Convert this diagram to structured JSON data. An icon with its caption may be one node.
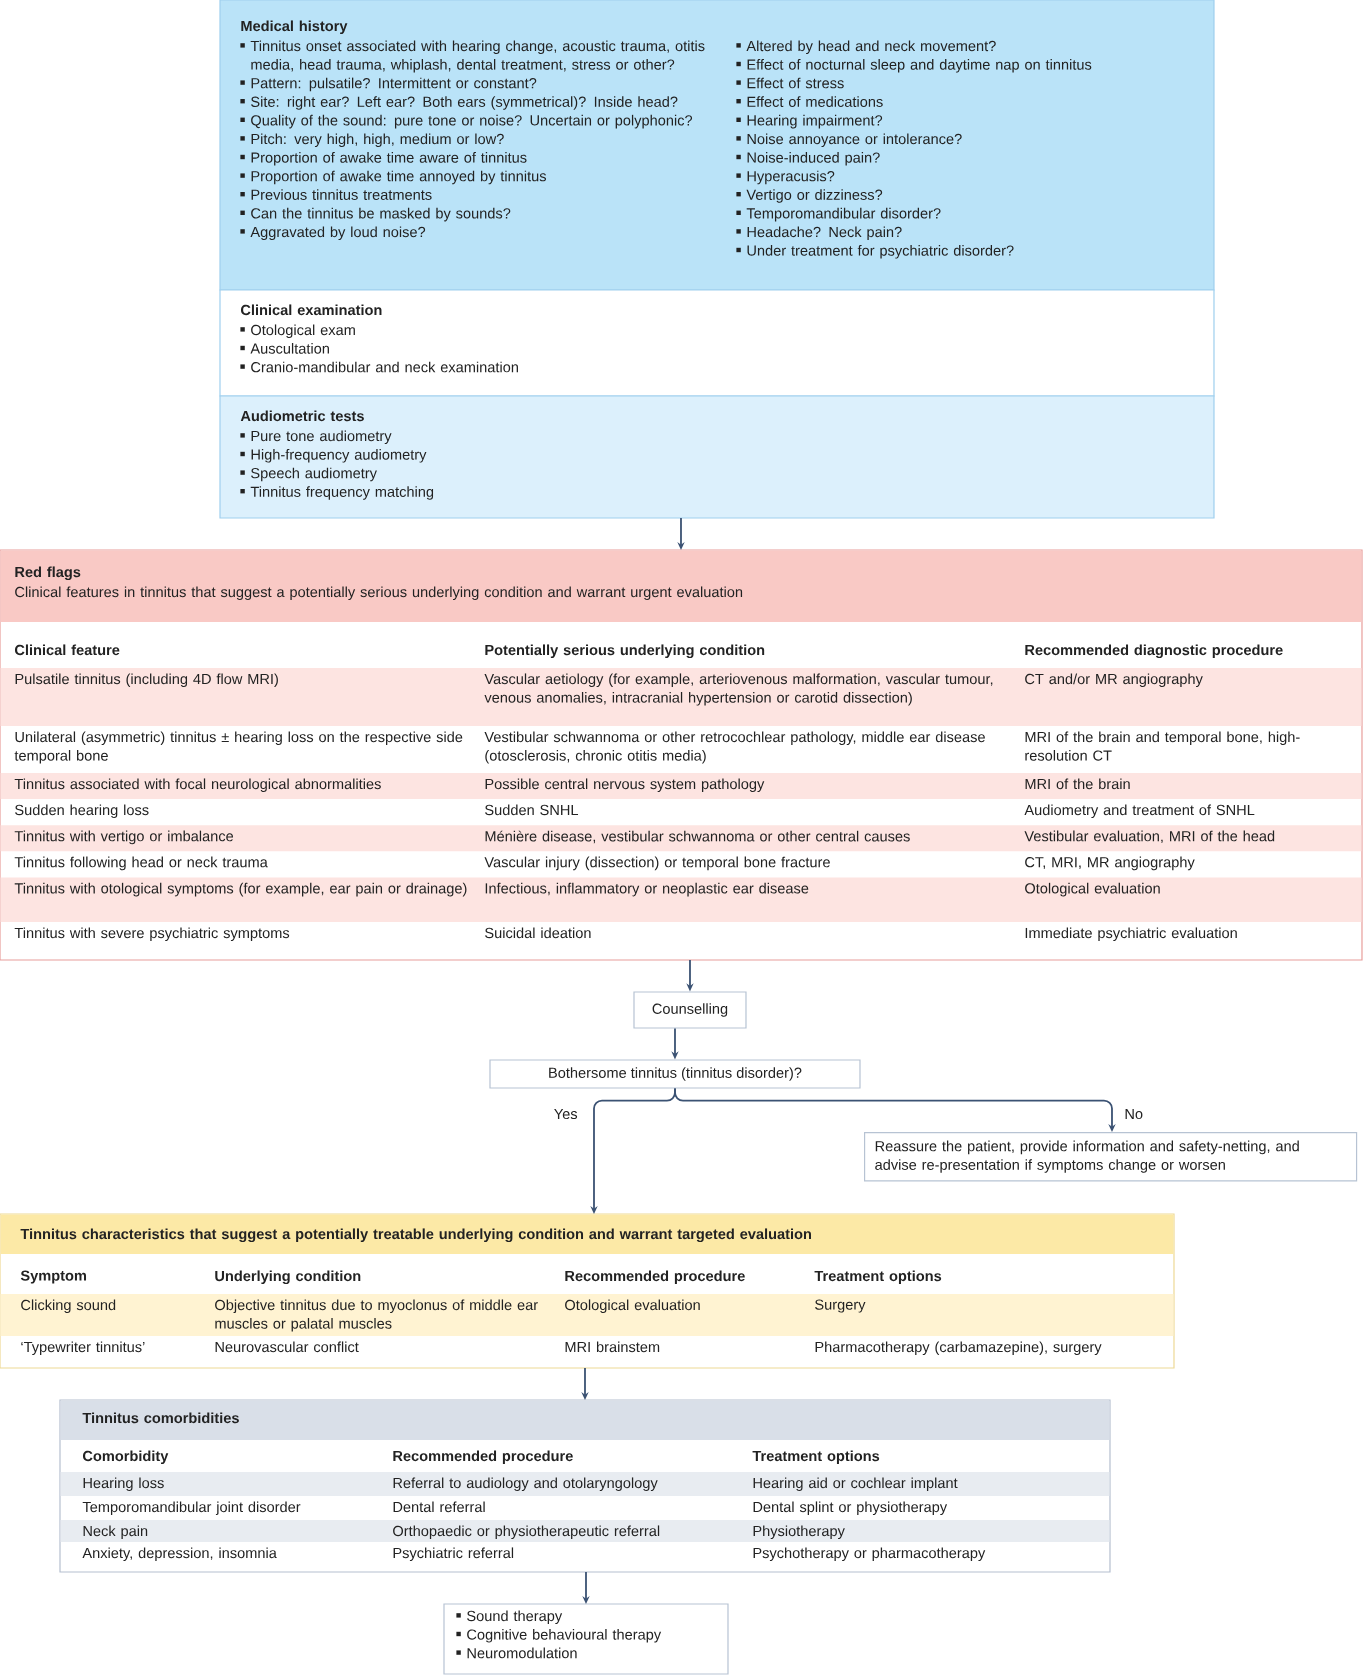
{
  "diagram": {
    "nodes": [
      {
        "text": [
          "Medical history",
          "Tinnitus onset associated with hearing change, acoustic trauma, otitis media, head trauma, whiplash, dental treatment, stress or other?",
          "Pattern: pulsatile? Intermittent or constant?",
          "Site: right ear? Left ear? Both ears (symmetrical)? Inside head?",
          "Quality of the sound: pure tone or noise? Uncertain or polyphonic?",
          "Pitch: very high, high, medium or low?",
          "Proportion of awake time aware of tinnitus",
          "Proportion of awake time annoyed by tinnitus",
          "Previous tinnitus treatments",
          "Can the tinnitus be masked by sounds?",
          "Aggravated by loud noise?",
          "Altered by head and neck movement?",
          "Effect of nocturnal sleep and daytime nap on tinnitus",
          "Effect of stress",
          "Effect of medications",
          "Hearing impairment?",
          "Noise annoyance or intolerance?",
          "Noise-induced pain?",
          "Hyperacusis?",
          "Vertigo or dizziness?",
          "Temporomandibular disorder?",
          "Headache? Neck pain?",
          "Under treatment for psychiatric disorder?"
        ]
      },
      {
        "text": [
          "Clinical examination",
          "Otological exam",
          "Auscultation",
          "Cranio-mandibular and neck examination"
        ]
      },
      {
        "text": [
          "Audiometric tests",
          "Pure tone audiometry",
          "High-frequency audiometry",
          "Speech audiometry",
          "Tinnitus frequency matching"
        ]
      },
      {
        "text": [
          "Red flags",
          "Clinical features in tinnitus that suggest a potentially serious underlying condition and warrant urgent evaluation",
          "Clinical feature",
          "Potentially serious underlying condition",
          "Recommended diagnostic procedure",
          "Pulsatile tinnitus (including 4D flow MRI)",
          "Vascular aetiology (for example, arteriovenous malformation, vascular tumour, venous anomalies, intracranial hypertension or carotid dissection)",
          "CT and/or MR angiography",
          "Unilateral (asymmetric) tinnitus ± hearing loss on the respective side temporal bone",
          "Vestibular schwannoma or other retrocochlear pathology, middle ear disease (otosclerosis, chronic otitis media)",
          "MRI of the brain and temporal bone, high-resolution CT",
          "Tinnitus associated with focal neurological abnormalities",
          "Possible central nervous system pathology",
          "MRI of the brain",
          "Sudden hearing loss",
          "Sudden SNHL",
          "Audiometry and treatment of SNHL",
          "Tinnitus with vertigo or imbalance",
          "Ménière disease, vestibular schwannoma or other central causes",
          "Vestibular evaluation, MRI of the head",
          "Tinnitus following head or neck trauma",
          "Vascular injury (dissection) or temporal bone fracture",
          "CT, MRI, MR angiography",
          "Tinnitus with otological symptoms (for example, ear pain or drainage)",
          "Infectious, inflammatory or neoplastic ear disease",
          "Otological evaluation",
          "Tinnitus with severe psychiatric symptoms",
          "Suicidal ideation",
          "Immediate psychiatric evaluation"
        ]
      },
      {
        "text": [
          "Counselling"
        ]
      },
      {
        "text": [
          "Bothersome tinnitus (tinnitus disorder)?"
        ]
      },
      {
        "text": [
          "Reassure the patient, provide information and safety-netting, and advise re-presentation if symptoms change or worsen"
        ]
      },
      {
        "text": [
          "Tinnitus characteristics that suggest a potentially treatable underlying condition and warrant targeted evaluation",
          "Symptom",
          "Underlying condition",
          "Recommended procedure",
          "Treatment options",
          "Clicking sound",
          "Objective tinnitus due to myoclonus of middle ear muscles or palatal muscles",
          "Otological evaluation",
          "Surgery",
          "‘Typewriter tinnitus’",
          "Neurovascular conflict",
          "MRI brainstem",
          "Pharmacotherapy (carbamazepine), surgery"
        ]
      },
      {
        "text": [
          "Tinnitus comorbidities",
          "Comorbidity",
          "Recommended procedure",
          "Treatment options",
          "Hearing loss",
          "Referral to audiology and otolaryngology",
          "Hearing aid or cochlear implant",
          "Temporomandibular joint disorder",
          "Dental referral",
          "Dental splint or physiotherapy",
          "Neck pain",
          "Orthopaedic or physiotherapeutic referral",
          "Physiotherapy",
          "Anxiety, depression, insomnia",
          "Psychiatric referral",
          "Psychotherapy or pharmacotherapy"
        ]
      },
      {
        "text": [
          "Sound therapy",
          "Cognitive behavioural therapy",
          "Neuromodulation"
        ]
      }
    ],
    "edges": [
      {
        "from": 2,
        "to": 3,
        "arrow": "to"
      },
      {
        "from": 3,
        "to": 4,
        "arrow": "to"
      },
      {
        "from": 4,
        "to": 5,
        "arrow": "to"
      },
      {
        "from": 5,
        "to": 7,
        "arrow": "to",
        "label": "Yes"
      },
      {
        "from": 5,
        "to": 6,
        "arrow": "to",
        "label": "No"
      },
      {
        "from": 7,
        "to": 8,
        "arrow": "to"
      },
      {
        "from": 8,
        "to": 9,
        "arrow": "to"
      }
    ]
  }
}
